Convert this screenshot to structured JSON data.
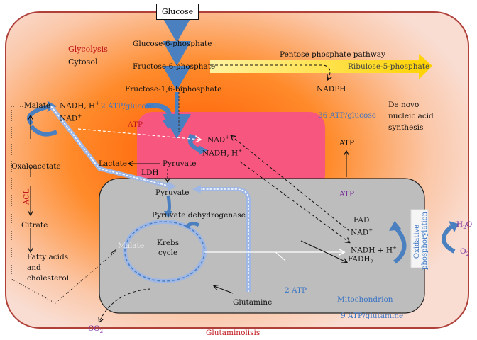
{
  "labels": {
    "glucose": "Glucose",
    "g6p": "Glucose-6-phosphate",
    "f6p": "Fructose-6-phosphate",
    "f16bp": "Fructose-1,6-biphosphate",
    "glycolysis": "Glycolysis",
    "cytosol": "Cytosol",
    "ppp": "Pentose phosphate pathway",
    "ribulose": "Ribulose-5-phosphate",
    "nadph": "NADPH",
    "denovo_line1": "De novo",
    "denovo_line2": "nucleic acid",
    "denovo_line3": "synthesis",
    "atp_glucose_2": "2 ATP/glucose",
    "atp_glucose_36": "36 ATP/glucose",
    "atp_red": "ATP",
    "atp_right": "ATP",
    "atp_purple": "ATP",
    "malate": "Malate",
    "nadh_h_left": "NADH, H",
    "nad_left": "NAD",
    "oxaloacetate": "Oxaloacetate",
    "acl": "ACL",
    "citrate": "Citrate",
    "fatty1": "Fatty acids",
    "fatty2": "and",
    "fatty3": "cholesterol",
    "lactate": "Lactate",
    "ldh": "LDH",
    "pyruvate_cyto": "Pyruvate",
    "nad_mid": "NAD",
    "nadh_h_mid": "NADH, H",
    "pyruvate_mito": "Pyruvate",
    "pdh": "Pyruvate dehydrogenase",
    "krebs1": "Krebs",
    "krebs2": "cycle",
    "malate_mito": "Malate",
    "glutamine": "Glutamine",
    "atp_2": "2 ATP",
    "mitochondrion": "Mitochondrion",
    "atp_9": "9 ATP/glutamine",
    "glutaminolisis": "Glutaminolisis",
    "co2": "CO",
    "co2_sub": "2",
    "fad": "FAD",
    "nad_right": "NAD",
    "nadh_right": "NADH + H",
    "fadh2": "FADH",
    "fadh2_sub": "2",
    "oxphos1": "Oxidative",
    "oxphos2": "phosphorylation",
    "h2o": "H",
    "h2o_sub": "2",
    "h2o_tail": "O",
    "o2": "O",
    "o2_sub": "2",
    "plus": "+"
  },
  "colors": {
    "cell_fill": "#f7d4c6",
    "cell_border": "#b0403a",
    "orange_core": "#ff6a00",
    "pink_box": "#f7577f",
    "mito_fill": "#bdbdbd",
    "blue_arrow": "#4a7fc0",
    "ppp_arrow": "#ffd200",
    "red_text": "#c0161c",
    "blue_text": "#3a74c4",
    "purple_text": "#7b2f9c"
  }
}
